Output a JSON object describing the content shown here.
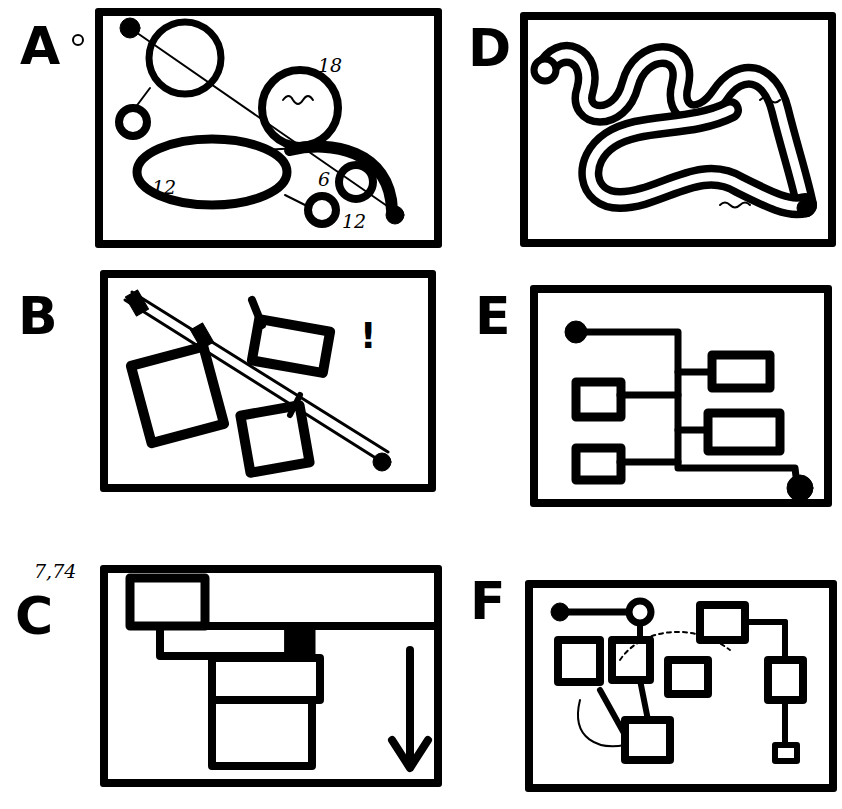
{
  "diagram": {
    "nodes": [
      {
        "text": [
          "A"
        ]
      },
      {
        "text": [
          "D"
        ]
      },
      {
        "text": [
          "B"
        ]
      },
      {
        "text": [
          "E"
        ]
      },
      {
        "text": [
          "C"
        ]
      },
      {
        "text": [
          "F"
        ]
      }
    ],
    "labels": [
      "18",
      "12",
      "6",
      "12",
      "!",
      "7,74"
    ]
  }
}
